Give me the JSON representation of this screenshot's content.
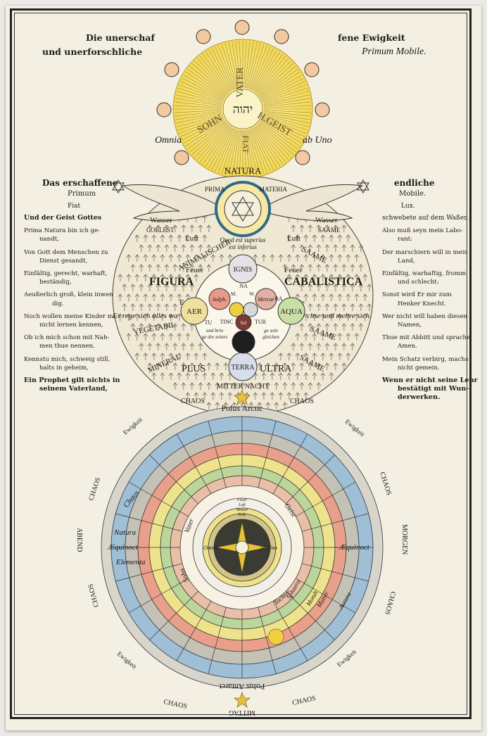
{
  "top": {
    "left_line1": "Die unerschaf",
    "left_line2": "und unerforschliche",
    "right_line1": "fene Ewigkeit",
    "right_line2": "Primum Mobile."
  },
  "sun": {
    "vater": "VATER",
    "sohn": "SOHN",
    "geist": "H.GEIST",
    "jhvh": "יהוה",
    "fiat": "FIAT",
    "omnia": "Omnia",
    "ab_uno": "ab Uno",
    "natura": "NATURA"
  },
  "mid_left": {
    "title": "Das erschaffene",
    "sub": "Primum",
    "fiat": "Fiat",
    "lines": [
      "Und der Geist Gottes",
      "Prima Natura bin ich ge-",
      "nandt,",
      "Von Gott dem Menschen zu",
      "Dienst gesandt,",
      "Einfältig, gerecht, warhaft,",
      "beständig,",
      "Aeußerlich groß, klein inwen-",
      "dig.",
      "Noch wollen meine Kinder mich",
      "nicht lernen kennen,",
      "Ob ich mich schon mit Nah-",
      "men thue nennen.",
      "Kennstu mich, schweig still,",
      "halts in geheim,",
      "Ein Prophet gilt nichts in",
      "seinem Vaterland,"
    ]
  },
  "mid_right": {
    "title": "endliche",
    "sub": "Mobile.",
    "lux": "Lux.",
    "lines": [
      "schwebete auf dem Waßer.",
      "Also muß seyn mein Labo-",
      "rant:",
      "Der marschiern will in mein",
      "Land,",
      "Einfältig, warhaftig, fromm",
      "und schlecht:",
      "Sonst wird Er mir zum",
      "Henker Knecht.",
      "Wer nicht will haben diesen",
      "Namen,",
      "Thue mit Abbitt und sprache",
      "Amen.",
      "Mein Schatz verbirg, machs",
      "nicht gemein.",
      "Wenn er nicht seine Lehr",
      "bestätigt mit Wun-",
      "derwerken."
    ]
  },
  "figura": {
    "prima": "PRIMA",
    "materia": "MATERIA",
    "wasser_l": "Wasser",
    "wasser_r": "Wasser",
    "coelest": "COELEST",
    "saame_top": "SAAME",
    "luft_l": "Luft",
    "luft_r": "Luft",
    "quod1": "Quod est superius",
    "quod2": "est inferius",
    "animalischer": "ANIMALISCHER",
    "saame_mid": "SAAME",
    "feuer_l": "Feuer",
    "feuer_r": "Feuer",
    "figura": "FIGURA",
    "cabalistica": "CABALISTICA",
    "erde_l": "Erde",
    "erde_r": "Erde",
    "es_rege": "Es rege sich alles wa",
    "chse": "chse und mehre sich.",
    "vegetabil": "VEGETABIL",
    "saame_r": "SAAME",
    "mineral": "MINERAL",
    "saame_low": "SAAME",
    "plus": "PLUS",
    "ultra": "ULTRA",
    "ignis": "IGNIS",
    "aer": "AER",
    "aqua": "AQUA",
    "terra": "TERRA",
    "sulph": "Sulph.",
    "mercur": "Mercur",
    "sal": "Sal",
    "na": "NA",
    "tu": "TU",
    "ra": "RA",
    "tinc": "TINC",
    "tur": "TUR",
    "m": "M.",
    "w": "W.",
    "brin": "und brin",
    "seines": "ge des seines",
    "ge_sein": "ge sein",
    "gleichen": "gleichen",
    "mitter": "MITTER NACHT"
  },
  "wheel": {
    "polus_arctic": "Polus Arctic",
    "polus_antarct": "Polus Antarct",
    "ewigkeit": "Ewigkeit",
    "chaos": "CHAOS",
    "abend": "ABEND",
    "morgen": "MORGEN",
    "mittag": "MITTAG",
    "aequinoct": "Æquinoct",
    "natura": "Natura",
    "elementa": "Elementa",
    "chaos_ring": "Chaos",
    "vater": "Vater",
    "sohn": "Sohn",
    "geist": "Geist",
    "omnia": "Omnia",
    "ab_uno": "ab Uno",
    "feuer": "Feuer",
    "luft": "Luft",
    "wasser": "Wasser",
    "erde": "Erde",
    "sphaera": "Sphaera",
    "tochter": "Tochter",
    "mondt": "Mondt",
    "mutter": "Mutter",
    "aurora": "Aurora"
  },
  "colors": {
    "paper": "#f4efe3",
    "ink": "#1c1a17",
    "sun": "#f0d85a",
    "blue": "#9ebfd6",
    "grey": "#c4c2b6",
    "red": "#e8a08a",
    "yellow": "#efe28c",
    "green": "#bcd59a",
    "pink": "#e9bfa8",
    "center": "#3a3b33"
  }
}
